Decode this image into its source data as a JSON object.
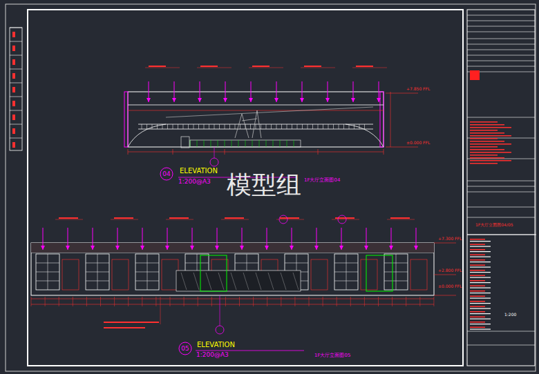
{
  "diagram": {
    "nodes": [
      {
        "text": [
          "04"
        ]
      },
      {
        "text": [
          "05"
        ]
      }
    ],
    "labels": [
      "ELEVATION",
      "1:200@A3",
      "1F大厅立面图04",
      "ELEVATION",
      "1:200@A3",
      "1F大厅立面图05",
      "模型组",
      "+7.850 FFL",
      "±0.000 FFL",
      "+7.300 FFL",
      "+2.800 FFL",
      "±0.000 FFL",
      "1F大厅立面图04/05",
      "1:200"
    ]
  }
}
